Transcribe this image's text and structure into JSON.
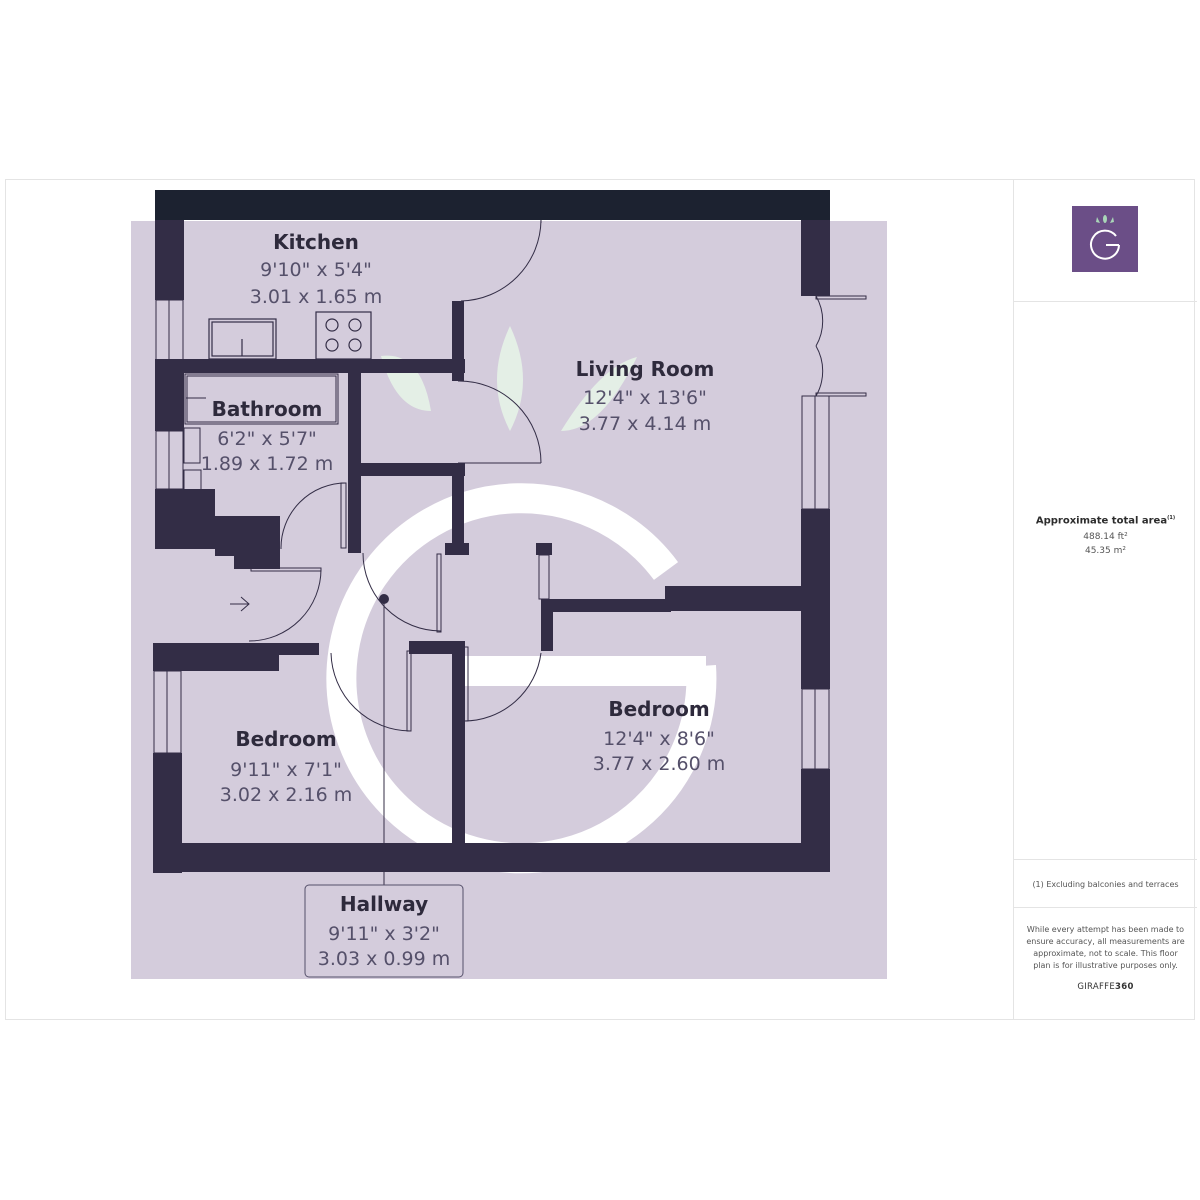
{
  "rooms": {
    "kitchen": {
      "name": "Kitchen",
      "imperial": "9'10\" x 5'4\"",
      "metric": "3.01 x 1.65 m"
    },
    "living_room": {
      "name": "Living Room",
      "imperial": "12'4\" x 13'6\"",
      "metric": "3.77 x 4.14 m"
    },
    "bathroom": {
      "name": "Bathroom",
      "imperial": "6'2\" x 5'7\"",
      "metric": "1.89 x 1.72 m"
    },
    "bedroom_1": {
      "name": "Bedroom",
      "imperial": "9'11\" x 7'1\"",
      "metric": "3.02 x 2.16 m"
    },
    "bedroom_2": {
      "name": "Bedroom",
      "imperial": "12'4\" x 8'6\"",
      "metric": "3.77 x 2.60 m"
    },
    "hallway": {
      "name": "Hallway",
      "imperial": "9'11\" x 3'2\"",
      "metric": "3.03 x 0.99 m"
    }
  },
  "sidebar": {
    "logo_icon": "giraffe360-g-logo",
    "area_title": "Approximate total area",
    "area_footnote_mark": "(1)",
    "area_ft": "488.14 ft²",
    "area_m": "45.35 m²",
    "footnote": "(1) Excluding balconies and terraces",
    "disclaimer": "While every attempt has been made to ensure accuracy, all measurements are approximate, not to scale. This floor plan is for illustrative purposes only.",
    "brand_a": "GIRAFFE",
    "brand_b": "360"
  },
  "colors": {
    "wall": "#332d46",
    "floor": "#d4ccdc",
    "logo_bg": "#6b4e87",
    "leaf": "#e4efe6",
    "text_dark": "#2e2a3c",
    "text_dim": "#55506a"
  }
}
